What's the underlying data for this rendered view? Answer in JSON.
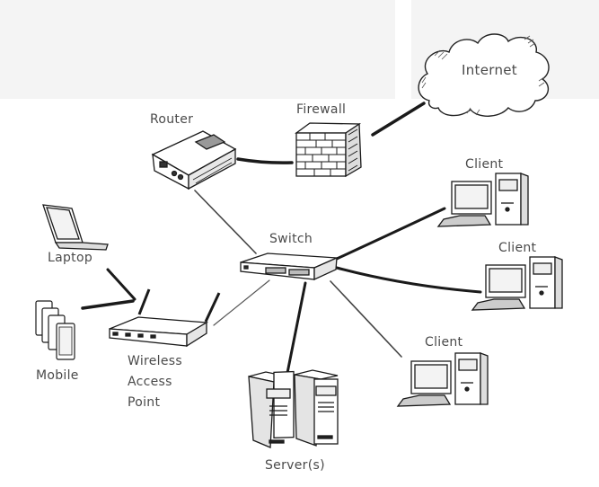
{
  "diagram": {
    "title": "Network Diagram",
    "nodes": {
      "internet": {
        "label": "Internet",
        "icon": "cloud-icon"
      },
      "firewall": {
        "label": "Firewall",
        "icon": "brick-wall-icon"
      },
      "router": {
        "label": "Router",
        "icon": "router-icon"
      },
      "switch": {
        "label": "Switch",
        "icon": "switch-icon"
      },
      "laptop": {
        "label": "Laptop",
        "icon": "laptop-icon"
      },
      "mobile": {
        "label": "Mobile",
        "icon": "mobile-phones-icon"
      },
      "wap": {
        "label_lines": [
          "Wireless",
          "Access",
          "Point"
        ],
        "icon": "wireless-access-point-icon"
      },
      "servers": {
        "label": "Server(s)",
        "icon": "server-towers-icon"
      },
      "client1": {
        "label": "Client",
        "icon": "desktop-computer-icon"
      },
      "client2": {
        "label": "Client",
        "icon": "desktop-computer-icon"
      },
      "client3": {
        "label": "Client",
        "icon": "desktop-computer-icon"
      }
    },
    "connections": [
      {
        "from": "firewall",
        "to": "internet",
        "style": "thick"
      },
      {
        "from": "router",
        "to": "firewall",
        "style": "thick"
      },
      {
        "from": "router",
        "to": "switch",
        "style": "thin"
      },
      {
        "from": "switch",
        "to": "client1",
        "style": "thick"
      },
      {
        "from": "switch",
        "to": "client2",
        "style": "thick"
      },
      {
        "from": "switch",
        "to": "client3",
        "style": "thin"
      },
      {
        "from": "switch",
        "to": "servers",
        "style": "thick"
      },
      {
        "from": "switch",
        "to": "wap",
        "style": "thin"
      },
      {
        "from": "laptop",
        "to": "wap",
        "style": "thick"
      },
      {
        "from": "mobile",
        "to": "wap",
        "style": "thick"
      }
    ],
    "colors": {
      "ink": "#1a1a1a",
      "label": "#4a4a4a",
      "background": "#ffffff"
    }
  }
}
